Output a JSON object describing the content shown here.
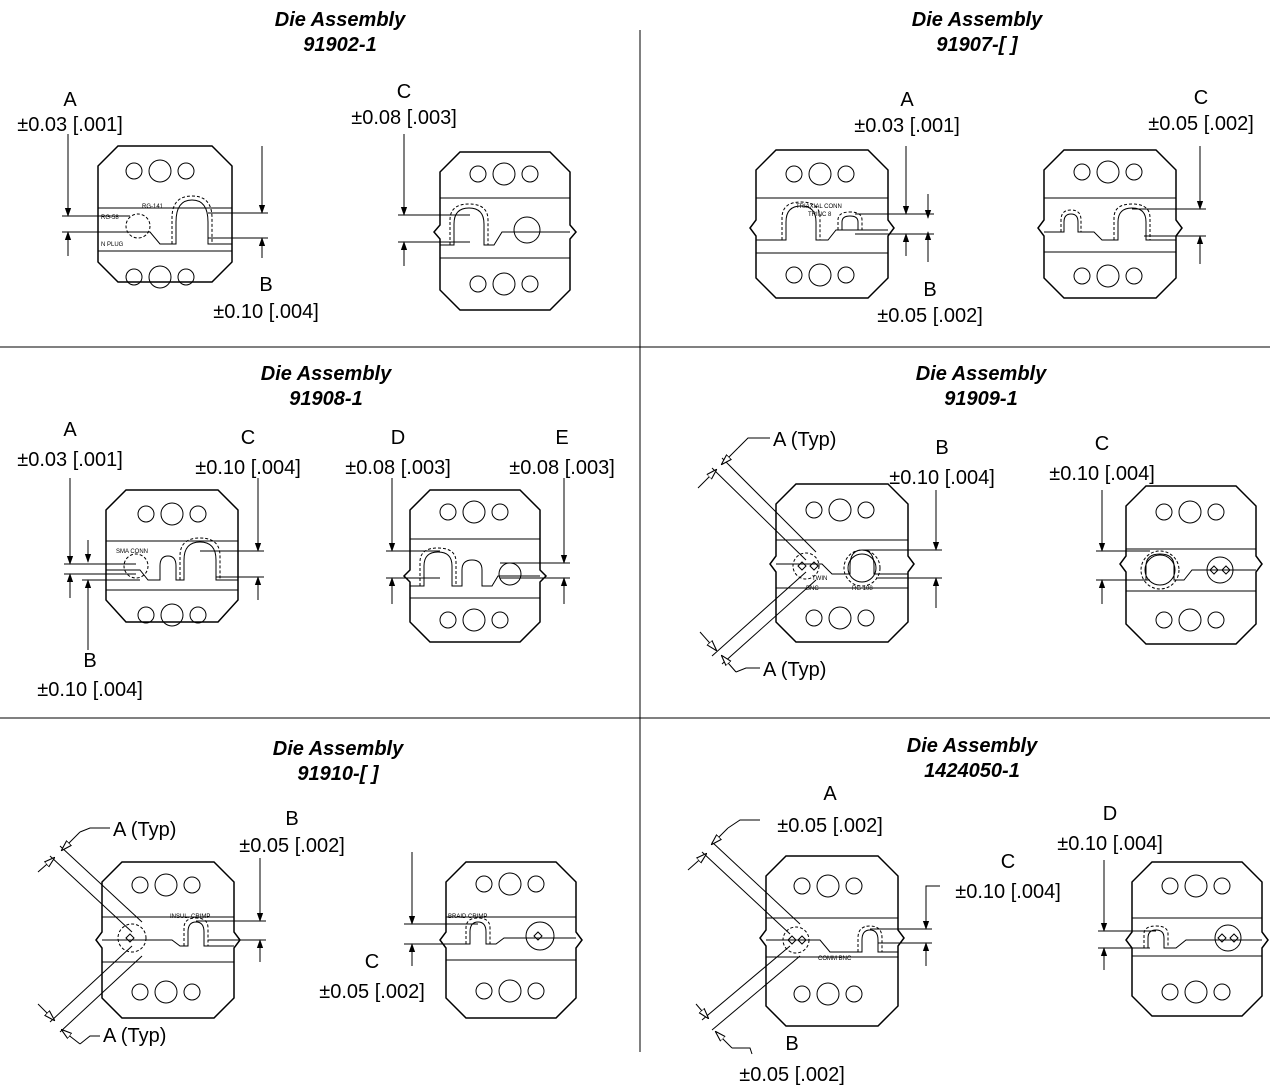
{
  "panels": [
    {
      "title": "Die Assembly",
      "part": "91902-1",
      "callouts": [
        {
          "letter": "A",
          "tol": "±0.03 [.001]"
        },
        {
          "letter": "B",
          "tol": "±0.10 [.004]"
        },
        {
          "letter": "C",
          "tol": "±0.08 [.003]"
        }
      ],
      "die_text": [
        "RG-141",
        "RG-58",
        "N PLUG"
      ]
    },
    {
      "title": "Die Assembly",
      "part": "91907-[ ]",
      "callouts": [
        {
          "letter": "A",
          "tol": "±0.03 [.001]"
        },
        {
          "letter": "B",
          "tol": "±0.05 [.002]"
        },
        {
          "letter": "C",
          "tol": "±0.05 [.002]"
        }
      ],
      "die_text": [
        "TRIAXIAL CONN",
        "TRINC 8"
      ]
    },
    {
      "title": "Die Assembly",
      "part": "91908-1",
      "callouts": [
        {
          "letter": "A",
          "tol": "±0.03 [.001]"
        },
        {
          "letter": "B",
          "tol": "±0.10 [.004]"
        },
        {
          "letter": "C",
          "tol": "±0.10 [.004]"
        },
        {
          "letter": "D",
          "tol": "±0.08 [.003]"
        },
        {
          "letter": "E",
          "tol": "±0.08 [.003]"
        }
      ],
      "die_text": [
        "SMA CONN"
      ]
    },
    {
      "title": "Die Assembly",
      "part": "91909-1",
      "callouts": [
        {
          "letter": "A (Typ)",
          "tol": ""
        },
        {
          "letter": "B",
          "tol": "±0.10 [.004]"
        },
        {
          "letter": "C",
          "tol": "±0.10 [.004]"
        }
      ],
      "die_text": [
        "TWIN",
        "BNC",
        "RG 108"
      ]
    },
    {
      "title": "Die Assembly",
      "part": "91910-[ ]",
      "callouts": [
        {
          "letter": "A (Typ)",
          "tol": ""
        },
        {
          "letter": "B",
          "tol": "±0.05 [.002]"
        },
        {
          "letter": "C",
          "tol": "±0.05 [.002]"
        }
      ],
      "die_text": [
        "INSUL. CRIMP",
        "BRAID CRIMP"
      ]
    },
    {
      "title": "Die Assembly",
      "part": "1424050-1",
      "callouts": [
        {
          "letter": "A",
          "tol": "±0.05 [.002]"
        },
        {
          "letter": "B",
          "tol": "±0.05 [.002]"
        },
        {
          "letter": "C",
          "tol": "±0.10 [.004]"
        },
        {
          "letter": "D",
          "tol": "±0.10 [.004]"
        }
      ],
      "die_text": [
        "COMM BNC"
      ]
    }
  ]
}
